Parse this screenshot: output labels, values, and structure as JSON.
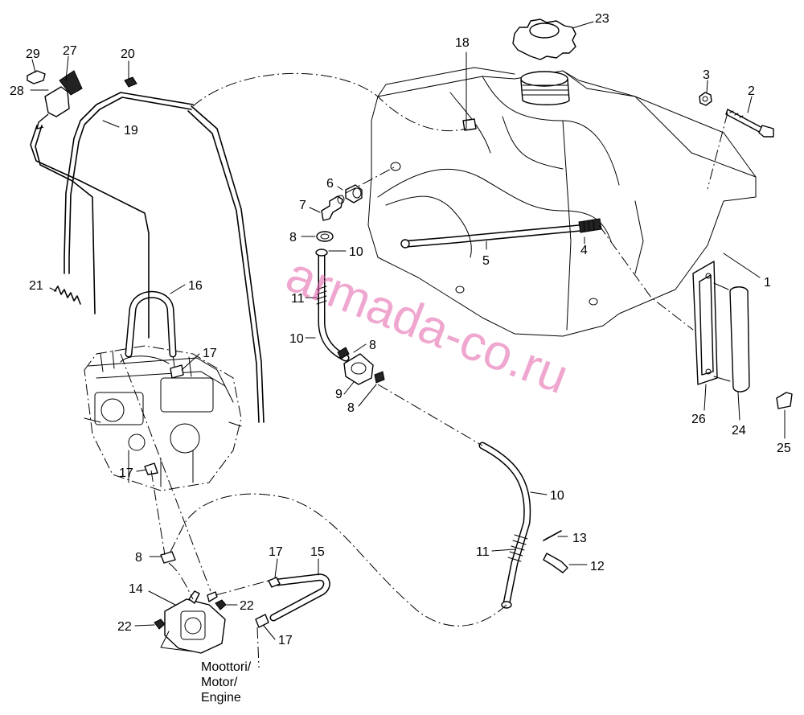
{
  "callouts": {
    "n1": "1",
    "n2": "2",
    "n3": "3",
    "n4": "4",
    "n5": "5",
    "n6": "6",
    "n7": "7",
    "n8a": "8",
    "n8b": "8",
    "n8c": "8",
    "n8d": "8",
    "n9": "9",
    "n10a": "10",
    "n10b": "10",
    "n10c": "10",
    "n11a": "11",
    "n11b": "11",
    "n12": "12",
    "n13": "13",
    "n14": "14",
    "n15": "15",
    "n16": "16",
    "n17a": "17",
    "n17b": "17",
    "n17c": "17",
    "n17d": "17",
    "n18": "18",
    "n19": "19",
    "n20": "20",
    "n21": "21",
    "n22a": "22",
    "n22b": "22",
    "n23": "23",
    "n24": "24",
    "n25": "25",
    "n26": "26",
    "n27": "27",
    "n28": "28",
    "n29": "29"
  },
  "engine_label": {
    "line1": "Moottori/",
    "line2": "Motor/",
    "line3": "Engine"
  },
  "watermark": "armada-co.ru",
  "colors": {
    "line": "#000000",
    "background": "#ffffff",
    "watermark": "#e35fa8"
  }
}
